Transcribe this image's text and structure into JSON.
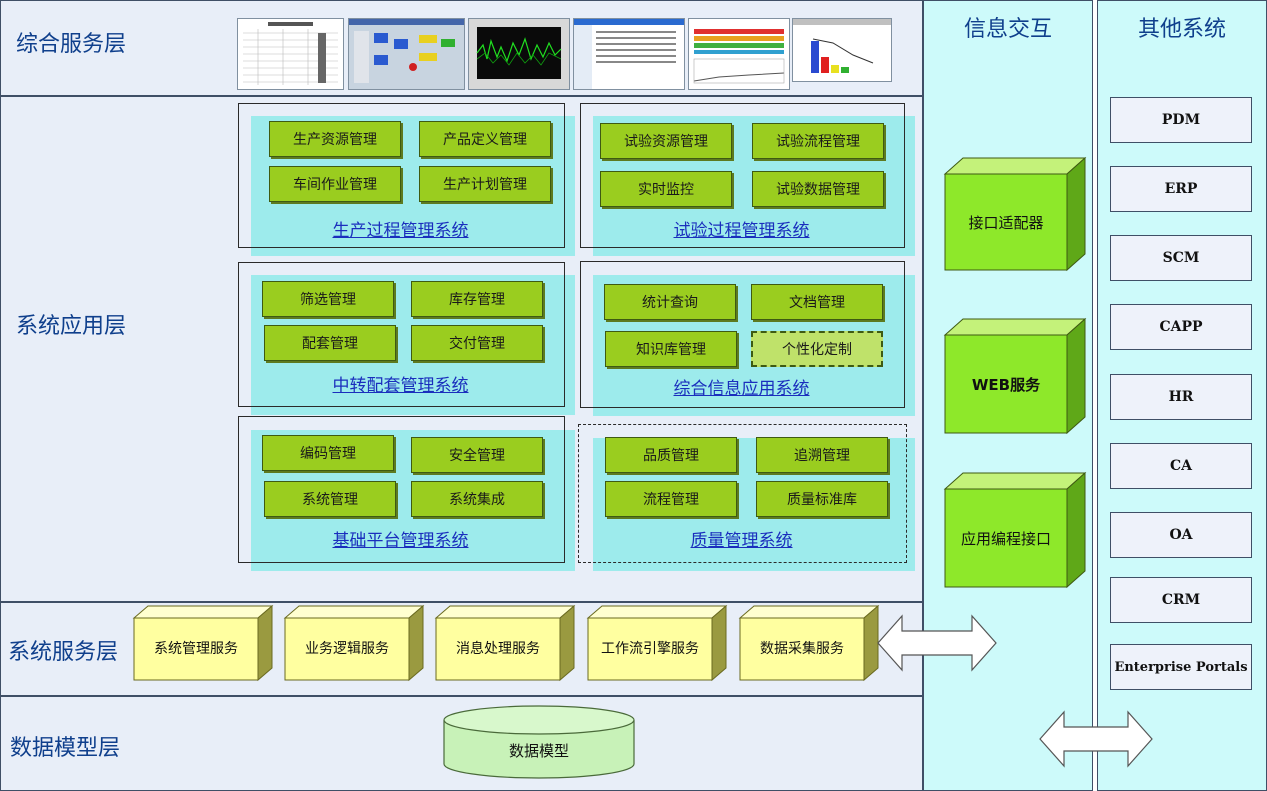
{
  "layers": {
    "integrated_service": "综合服务层",
    "system_application": "系统应用层",
    "system_service": "系统服务层",
    "data_model": "数据模型层"
  },
  "columns": {
    "info_interaction": "信息交互",
    "other_systems": "其他系统"
  },
  "systems": {
    "production": {
      "title": "生产过程管理系统",
      "modules": [
        "生产资源管理",
        "产品定义管理",
        "车间作业管理",
        "生产计划管理"
      ]
    },
    "test": {
      "title": "试验过程管理系统",
      "modules": [
        "试验资源管理",
        "试验流程管理",
        "实时监控",
        "试验数据管理"
      ]
    },
    "transfer": {
      "title": "中转配套管理系统",
      "modules": [
        "筛选管理",
        "库存管理",
        "配套管理",
        "交付管理"
      ]
    },
    "info_app": {
      "title": "综合信息应用系统",
      "modules": [
        "统计查询",
        "文档管理",
        "知识库管理",
        "个性化定制"
      ]
    },
    "platform": {
      "title": "基础平台管理系统",
      "modules": [
        "编码管理",
        "安全管理",
        "系统管理",
        "系统集成"
      ]
    },
    "quality": {
      "title": "质量管理系统",
      "modules": [
        "品质管理",
        "追溯管理",
        "流程管理",
        "质量标准库"
      ]
    }
  },
  "interaction_boxes": [
    "接口适配器",
    "WEB服务",
    "应用编程接口"
  ],
  "service_boxes": [
    "系统管理服务",
    "业务逻辑服务",
    "消息处理服务",
    "工作流引擎服务",
    "数据采集服务"
  ],
  "data_model_label": "数据模型",
  "other_systems": [
    "PDM",
    "ERP",
    "SCM",
    "CAPP",
    "HR",
    "CA",
    "OA",
    "CRM",
    "Enterprise Portals"
  ],
  "colors": {
    "layer_bg": "#e8eef8",
    "column_bg": "#cdfafa",
    "module_green": "#9acd1f",
    "cube_front": "#8ee82a",
    "service_yellow": "#ffffa0",
    "label_blue": "#0f3f8c",
    "title_link_blue": "#1a2ebd"
  }
}
